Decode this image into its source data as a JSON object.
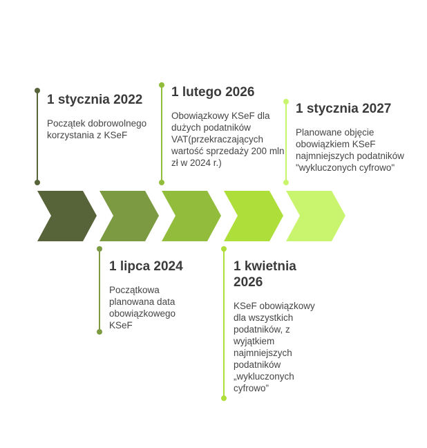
{
  "colors": {
    "stage1": "#576439",
    "stage2": "#7b9a42",
    "stage3": "#92bd3c",
    "stage4": "#aede3a",
    "stage5": "#c9f56e"
  },
  "milestones": [
    {
      "date": "1 stycznia 2022",
      "description": "Początek dobrowolnego korzystania z KSeF"
    },
    {
      "date": "1 lipca 2024",
      "description": "Początkowa planowana data obowiązkowego KSeF"
    },
    {
      "date": "1 lutego 2026",
      "description": "Obowiązkowy KSeF dla dużych podatników VAT(przekraczających wartość sprzedaży 200 mln zł w 2024 r.)"
    },
    {
      "date": "1 kwietnia 2026",
      "description": "KSeF obowiązkowy dla wszystkich podatników, z wyjątkiem najmniejszych podatników „wykluczonych cyfrowo”"
    },
    {
      "date": "1 stycznia 2027",
      "description": "Planowane objęcie obowiązkiem KSeF najmniejszych podatników \"wykluczonych cyfrowo\""
    }
  ]
}
